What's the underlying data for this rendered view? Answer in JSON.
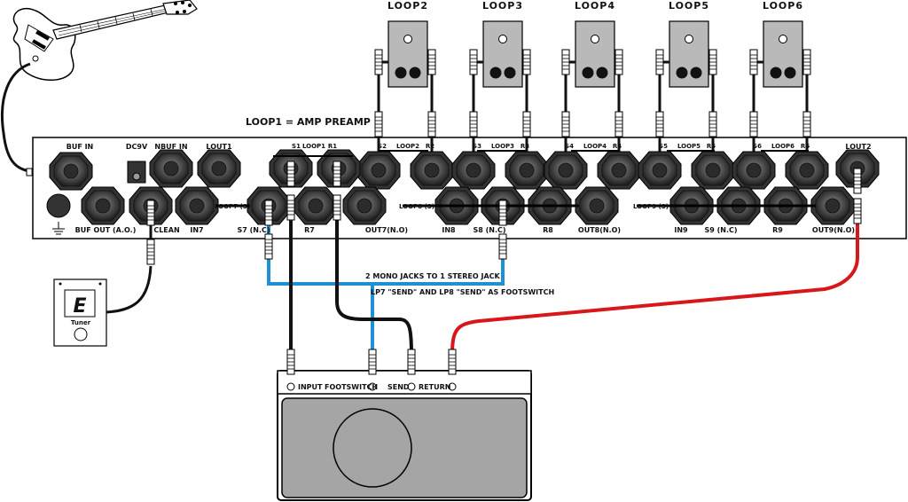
{
  "loops_top": [
    {
      "label": "LOOP2",
      "send": "S2",
      "ret": "R2",
      "tag": "LOOP2"
    },
    {
      "label": "LOOP3",
      "send": "S3",
      "ret": "R3",
      "tag": "LOOP3"
    },
    {
      "label": "LOOP4",
      "send": "S4",
      "ret": "R4",
      "tag": "LOOP4"
    },
    {
      "label": "LOOP5",
      "send": "S5",
      "ret": "R5",
      "tag": "LOOP5"
    },
    {
      "label": "LOOP6",
      "send": "S6",
      "ret": "R6",
      "tag": "LOOP6"
    }
  ],
  "loop1_title": "LOOP1  = AMP PREAMP",
  "switcher": {
    "buf_in": "BUF IN",
    "dc9v": "DC9V",
    "nbuf_in": "NBUF IN",
    "lout1": "LOUT1",
    "s1": "S1",
    "r1": "R1",
    "loop1_tag": "LOOP1",
    "lout2": "LOUT2",
    "buf_out": "BUF OUT (A.O.)",
    "clean": "CLEAN",
    "in7": "IN7",
    "loop7_tag": "LOOP7 (S)",
    "s7": "S7 (N.C)",
    "r7": "R7",
    "out7": "OUT7(N.O)",
    "loop8_tag": "LOOP8 (S)",
    "in8": "IN8",
    "s8": "S8 (N.C)",
    "r8": "R8",
    "out8": "OUT8(N.O)",
    "loop9_tag": "LOOP9 (S)",
    "in9": "IN9",
    "s9": "S9 (N.C)",
    "r9": "R9",
    "out9": "OUT9(N.O)"
  },
  "notes": {
    "stereo": "2 MONO JACKS TO 1 STEREO JACK",
    "footswitch": "LP7 \"SEND\" AND LP8 \"SEND\" AS FOOTSWITCH"
  },
  "tuner": {
    "display": "E",
    "label": "Tuner"
  },
  "amp": {
    "input": "INPUT",
    "footswitch": "FOOTSWITCH",
    "send": "SEND",
    "return": "RETURN"
  },
  "colors": {
    "blue_cable": "#1e90d6",
    "red_cable": "#d8161b",
    "black_cable": "#111111",
    "pedal_fill": "#b9b9b9",
    "jack_fill": "#555555"
  }
}
